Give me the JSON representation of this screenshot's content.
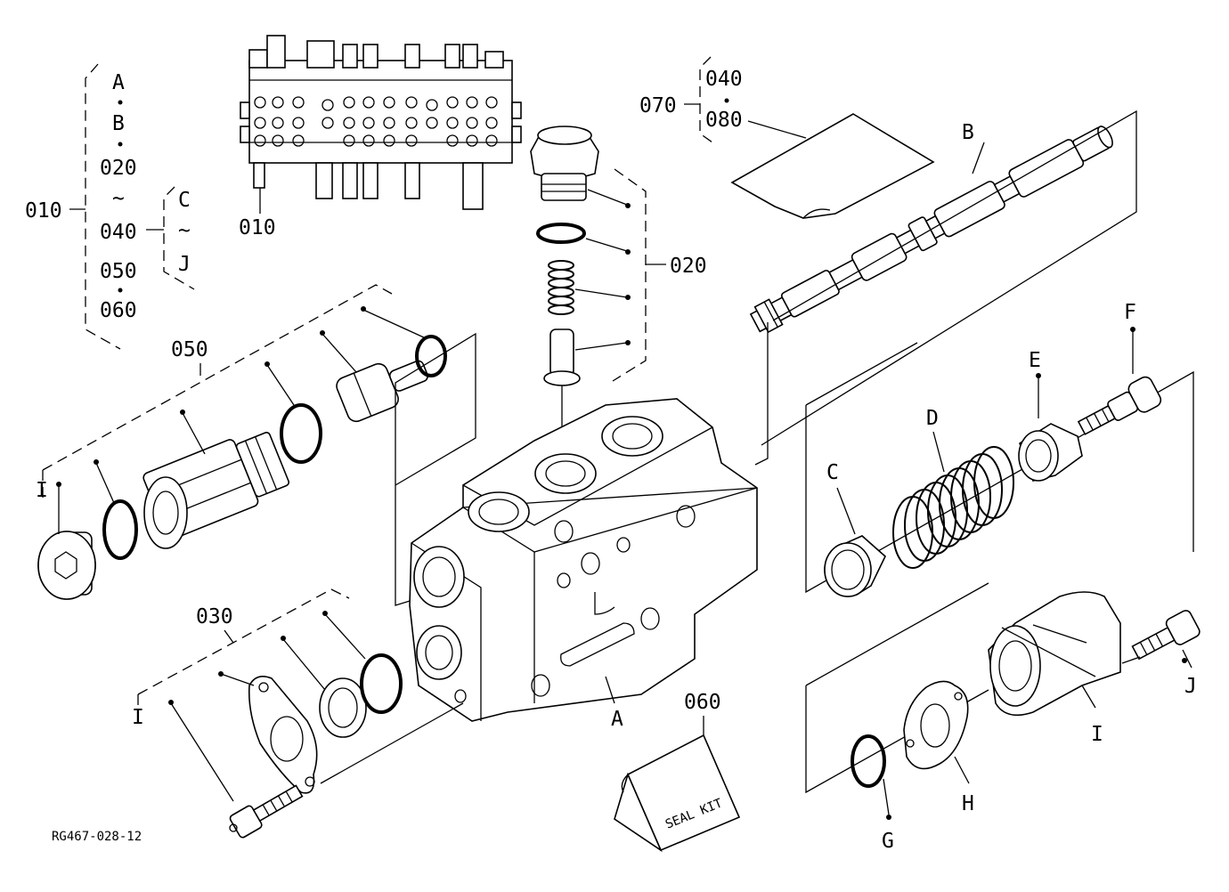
{
  "labels": {
    "assy_list": [
      "A",
      "B",
      "020",
      "~",
      "040",
      "050",
      "060"
    ],
    "assy_sub": [
      "C",
      "~",
      "J"
    ],
    "p010_left": "010",
    "p010_img": "010",
    "p020": "020",
    "p030": "030",
    "p050": "050",
    "p060": "060",
    "p070": "070",
    "p070_list": [
      "040",
      "080"
    ],
    "A": "A",
    "B": "B",
    "C": "C",
    "D": "D",
    "E": "E",
    "F": "F",
    "G": "G",
    "H": "H",
    "I": "I",
    "I_left1": "I",
    "I_left2": "I",
    "J": "J",
    "seal_kit": "SEAL KIT",
    "ref_code": "RG467-028-12"
  }
}
